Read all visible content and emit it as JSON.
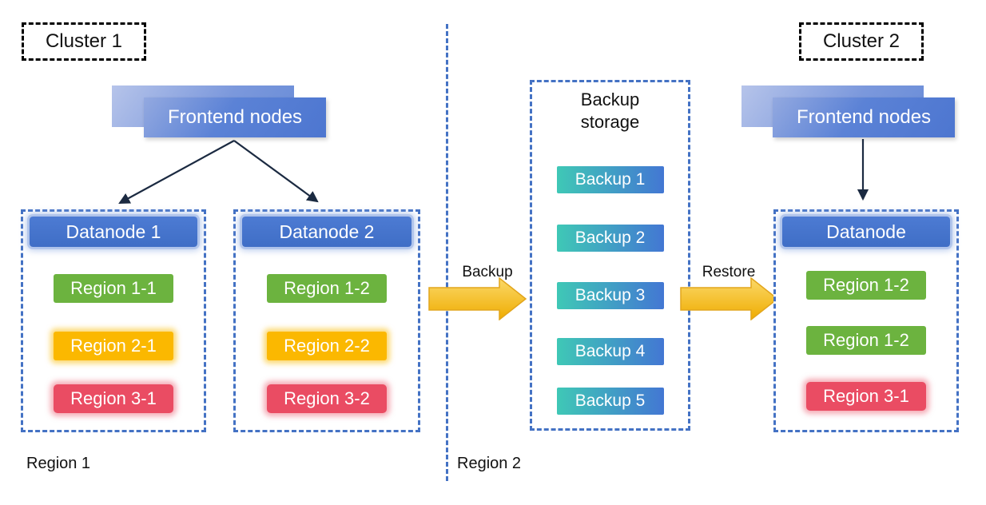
{
  "cluster1": {
    "label": "Cluster 1",
    "frontend": "Frontend nodes",
    "datanode1": {
      "title": "Datanode 1",
      "regions": [
        "Region 1-1",
        "Region 2-1",
        "Region 3-1"
      ]
    },
    "datanode2": {
      "title": "Datanode 2",
      "regions": [
        "Region 1-2",
        "Region 2-2",
        "Region 3-2"
      ]
    },
    "zone_label": "Region 1"
  },
  "backup_storage": {
    "title": "Backup storage",
    "items": [
      "Backup 1",
      "Backup 2",
      "Backup 3",
      "Backup 4",
      "Backup 5"
    ],
    "zone_label": "Region 2"
  },
  "cluster2": {
    "label": "Cluster 2",
    "frontend": "Frontend nodes",
    "datanode": {
      "title": "Datanode",
      "regions": [
        "Region 1-2",
        "Region 1-2",
        "Region 3-1"
      ]
    }
  },
  "flows": {
    "backup": "Backup",
    "restore": "Restore"
  },
  "palette": {
    "container_border": "#4472C4",
    "cluster_border": "#000000",
    "frontend_blue": "#5B82D6",
    "datanode_header": "#4374CD",
    "region_green": "#6CB33F",
    "region_yellow": "#FBB800",
    "region_red": "#EA4C63",
    "backup_teal": "#3FC8B6",
    "backup_blue": "#4377D3",
    "arrow_gold": "#F2B200",
    "connector": "#1B2A41"
  }
}
